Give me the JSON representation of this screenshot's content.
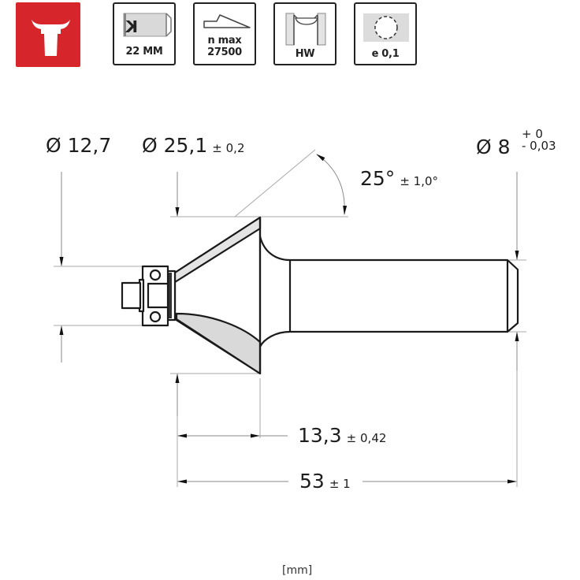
{
  "brand": {
    "logo_icon": "bull-head-icon",
    "color": "#d6262b"
  },
  "specs": [
    {
      "id": "shank",
      "icon": "shank-icon",
      "label": "22 MM"
    },
    {
      "id": "speed",
      "icon": "speed-icon",
      "label_line1": "n max",
      "label_line2": "27500"
    },
    {
      "id": "material",
      "icon": "hw-carbide-icon",
      "label": "HW"
    },
    {
      "id": "runout",
      "icon": "runout-circle-icon",
      "label": "e 0,1"
    }
  ],
  "dimensions": {
    "bearing_diameter": {
      "value": "Ø 12,7"
    },
    "cutting_diameter": {
      "value": "Ø 25,1",
      "tolerance": "± 0,2"
    },
    "angle": {
      "value": "25°",
      "tolerance": "± 1,0°"
    },
    "shank_diameter": {
      "value": "Ø 8",
      "tol_upper": "+ 0",
      "tol_lower": "- 0,03"
    },
    "cutting_length": {
      "value": "13,3",
      "tolerance": "± 0,42"
    },
    "total_length": {
      "value": "53",
      "tolerance": "± 1"
    }
  },
  "unit": "[mm]",
  "colors": {
    "line": "#1a1a1a",
    "dim_line": "#9a9a9a",
    "fill_gray": "#d9d9d9"
  }
}
